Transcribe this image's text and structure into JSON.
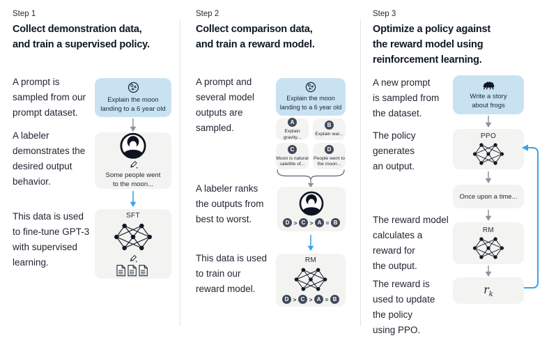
{
  "colors": {
    "blue_box": "#c9e2f2",
    "gray_box": "#f3f3f1",
    "badge": "#414a5a",
    "arrow_gray": "#8d929b",
    "arrow_blue": "#37a4ea",
    "icon_dark": "#111a24",
    "divider": "#e3e3e3"
  },
  "columns": [
    {
      "step": "Step 1",
      "title": "Collect demonstration data,\nand train a supervised policy.",
      "captions": {
        "c1": "A prompt is\nsampled from our\nprompt dataset.",
        "c2": "A labeler\ndemonstrates the\ndesired output\nbehavior.",
        "c3": "This data is used\nto fine-tune GPT-3\nwith supervised\nlearning."
      },
      "prompt_box": "Explain the moon\nlanding to a 6 year old",
      "labeler_box": "Some people went\nto the moon...",
      "model_label": "SFT"
    },
    {
      "step": "Step 2",
      "title": "Collect comparison data,\nand train a reward model.",
      "captions": {
        "c1": "A prompt and\nseveral model\noutputs are\nsampled.",
        "c2": "A labeler ranks\nthe outputs from\nbest to worst.",
        "c3": "This data is used\nto train our\nreward model."
      },
      "prompt_box": "Explain the moon\nlanding to a 6 year old",
      "options": [
        {
          "badge": "A",
          "text": "Explain gravity..."
        },
        {
          "badge": "B",
          "text": "Explain war..."
        },
        {
          "badge": "C",
          "text": "Moon is natural\nsatellite of..."
        },
        {
          "badge": "D",
          "text": "People went to\nthe moon..."
        }
      ],
      "ranking": {
        "r1": "D",
        "s1": ">",
        "r2": "C",
        "s2": ">",
        "r3": "A",
        "s3": "=",
        "r4": "B"
      },
      "model_label": "RM"
    },
    {
      "step": "Step 3",
      "title": "Optimize a policy against\nthe reward model using\nreinforcement learning.",
      "captions": {
        "c1": "A new prompt\nis sampled from\nthe dataset.",
        "c2": "The policy\ngenerates\nan output.",
        "c3": "The reward model\ncalculates a\nreward for\nthe output.",
        "c4": "The reward is\nused to update\nthe policy\nusing PPO."
      },
      "prompt_box": "Write a story\nabout frogs",
      "ppo_label": "PPO",
      "output_box": "Once upon a time...",
      "rm_label": "RM",
      "reward_label": "r",
      "reward_sub": "k"
    }
  ]
}
